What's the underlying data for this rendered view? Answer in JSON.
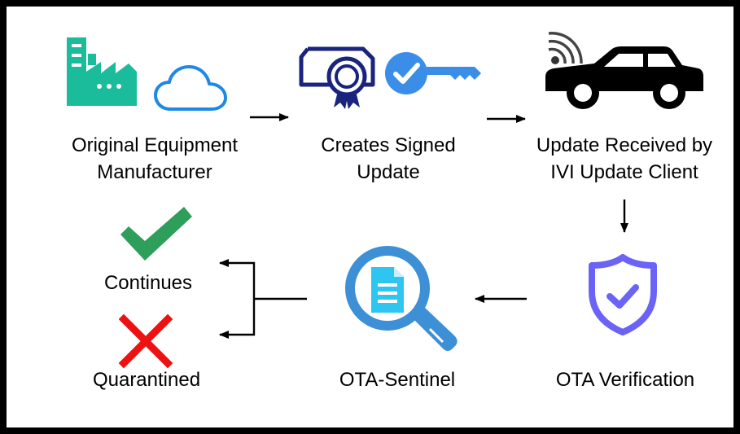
{
  "nodes": {
    "oem": {
      "line1": "Original Equipment",
      "line2": "Manufacturer"
    },
    "signed": {
      "line1": "Creates Signed",
      "line2": "Update"
    },
    "received": {
      "line1": "Update Received by",
      "line2": "IVI Update Client"
    },
    "verification": {
      "label": "OTA Verification"
    },
    "sentinel": {
      "label": "OTA-Sentinel"
    },
    "continues": {
      "label": "Continues"
    },
    "quarantined": {
      "label": "Quarantined"
    }
  },
  "icons": {
    "factory": "factory-icon",
    "cloud": "cloud-icon",
    "certificate": "certificate-icon",
    "key": "key-icon",
    "car": "car-icon",
    "wifi": "wifi-icon",
    "shield": "shield-check-icon",
    "magnifier": "magnifier-document-icon",
    "check": "check-icon",
    "cross": "cross-icon"
  },
  "colors": {
    "teal": "#1bbc9b",
    "cloud_blue": "#1e88e5",
    "navy": "#1a237e",
    "key_blue": "#3b8ee8",
    "shield_purple": "#6b63f6",
    "magnifier_blue": "#3d8fd6",
    "doc_cyan": "#2ec5f0",
    "check_green": "#2e9e5b",
    "cross_red": "#ee1111"
  }
}
